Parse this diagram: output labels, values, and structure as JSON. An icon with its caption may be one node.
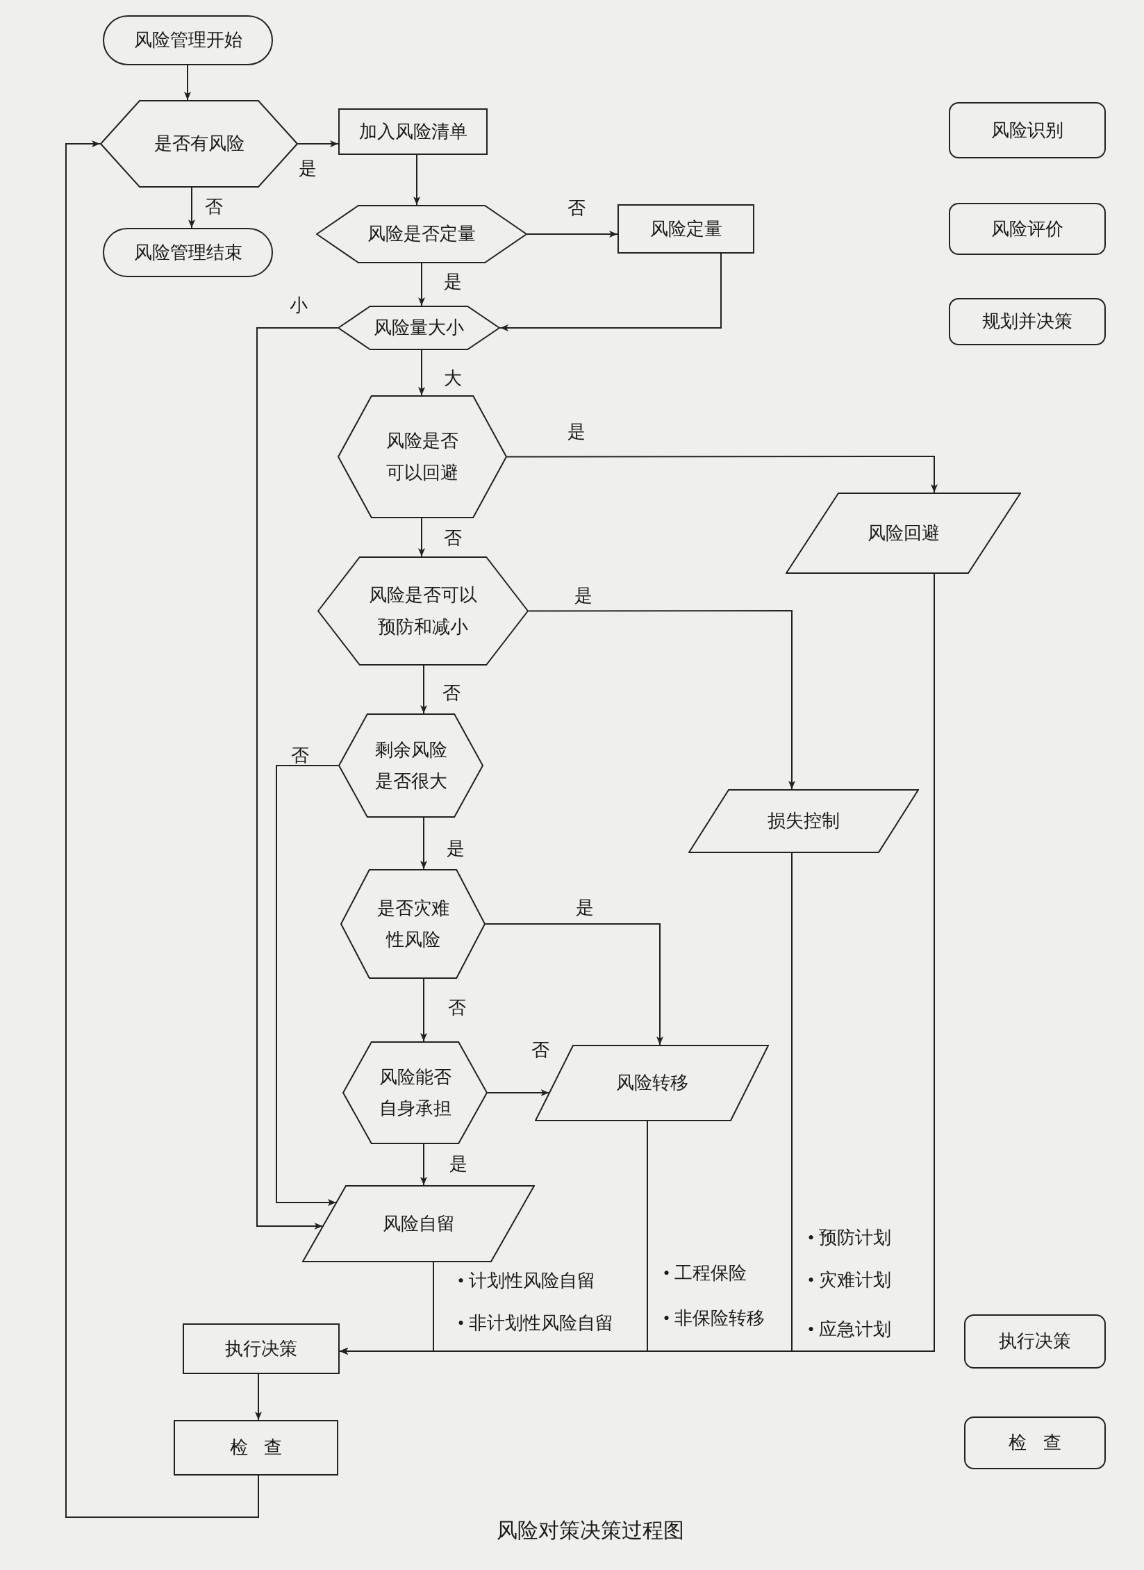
{
  "diagram": {
    "caption": "风险对策决策过程图",
    "nodes": [
      {
        "text": [
          "风险管理开始"
        ]
      },
      {
        "text": [
          "是否有风险"
        ]
      },
      {
        "text": [
          "加入风险清单"
        ]
      },
      {
        "text": [
          "风险管理结束"
        ]
      },
      {
        "text": [
          "风险是否定量"
        ]
      },
      {
        "text": [
          "风险定量"
        ]
      },
      {
        "text": [
          "风险量大小"
        ]
      },
      {
        "text": [
          "风险是否可以回避"
        ]
      },
      {
        "text": [
          "风险回避"
        ]
      },
      {
        "text": [
          "风险是否可以预防和减小"
        ]
      },
      {
        "text": [
          "剩余风险是否很大"
        ]
      },
      {
        "text": [
          "损失控制"
        ]
      },
      {
        "text": [
          "是否灾难性风险"
        ]
      },
      {
        "text": [
          "风险能否自身承担"
        ]
      },
      {
        "text": [
          "风险转移"
        ]
      },
      {
        "text": [
          "风险自留"
        ]
      },
      {
        "text": [
          "执行决策"
        ]
      },
      {
        "text": [
          "检查"
        ]
      },
      {
        "text": [
          "风险识别"
        ]
      },
      {
        "text": [
          "风险评价"
        ]
      },
      {
        "text": [
          "规划并决策"
        ]
      },
      {
        "text": [
          "执行决策"
        ]
      },
      {
        "text": [
          "检查"
        ]
      }
    ],
    "edges": [
      {
        "from": 0,
        "to": 1,
        "arrow": "to"
      },
      {
        "from": 1,
        "to": 2,
        "arrow": "to",
        "label": "是"
      },
      {
        "from": 1,
        "to": 3,
        "arrow": "to",
        "label": "否"
      },
      {
        "from": 2,
        "to": 4,
        "arrow": "to"
      },
      {
        "from": 4,
        "to": 5,
        "arrow": "to",
        "label": "否"
      },
      {
        "from": 4,
        "to": 6,
        "arrow": "to",
        "label": "是"
      },
      {
        "from": 5,
        "to": 6,
        "arrow": "to"
      },
      {
        "from": 6,
        "to": 7,
        "arrow": "to",
        "label": "大"
      },
      {
        "from": 6,
        "to": 15,
        "arrow": "to",
        "label": "小"
      },
      {
        "from": 7,
        "to": 9,
        "arrow": "to",
        "label": "否"
      },
      {
        "from": 7,
        "to": 8,
        "arrow": "to",
        "label": "是"
      },
      {
        "from": 9,
        "to": 10,
        "arrow": "to",
        "label": "否"
      },
      {
        "from": 9,
        "to": 11,
        "arrow": "to",
        "label": "是"
      },
      {
        "from": 10,
        "to": 12,
        "arrow": "to",
        "label": "是"
      },
      {
        "from": 10,
        "to": 15,
        "arrow": "to",
        "label": "否"
      },
      {
        "from": 12,
        "to": 13,
        "arrow": "to",
        "label": "否"
      },
      {
        "from": 12,
        "to": 14,
        "arrow": "to",
        "label": "是"
      },
      {
        "from": 13,
        "to": 14,
        "arrow": "to",
        "label": "否"
      },
      {
        "from": 13,
        "to": 15,
        "arrow": "to",
        "label": "是"
      },
      {
        "from": 15,
        "to": 16,
        "arrow": "to"
      },
      {
        "from": 14,
        "to": 16,
        "arrow": "to"
      },
      {
        "from": 11,
        "to": 16,
        "arrow": "to"
      },
      {
        "from": 8,
        "to": 16,
        "arrow": "to"
      },
      {
        "from": 16,
        "to": 17,
        "arrow": "to"
      },
      {
        "from": 17,
        "to": 1,
        "arrow": "to"
      }
    ],
    "labels": [
      "• 计划性风险自留",
      "• 非计划性风险自留",
      "• 工程保险",
      "• 非保险转移",
      "• 预防计划",
      "• 灾难计划",
      "• 应急计划"
    ]
  }
}
